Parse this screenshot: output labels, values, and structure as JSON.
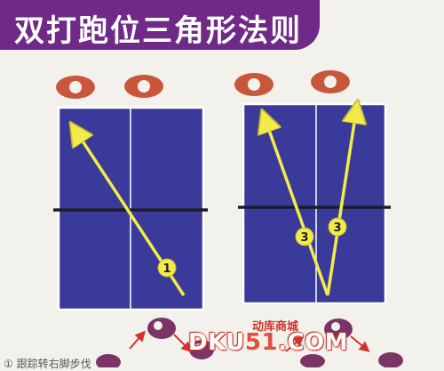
{
  "title": "双打跑位三角形法则",
  "watermark": {
    "cn": "动库商城",
    "en_prefix": "DKU",
    "en_accent": "51",
    "en_suffix": ".COM"
  },
  "caption": "① 跟踪转右脚步伐",
  "colors": {
    "banner": "#6e2a86",
    "table": "#3a3a9a",
    "arrow": "#f2ec4a",
    "player_top": "#c8563a",
    "player_bottom": "#7a3566"
  },
  "diagrams": [
    {
      "name": "left-table",
      "marker": "1"
    },
    {
      "name": "right-table",
      "markers": [
        "3",
        "3"
      ]
    }
  ]
}
